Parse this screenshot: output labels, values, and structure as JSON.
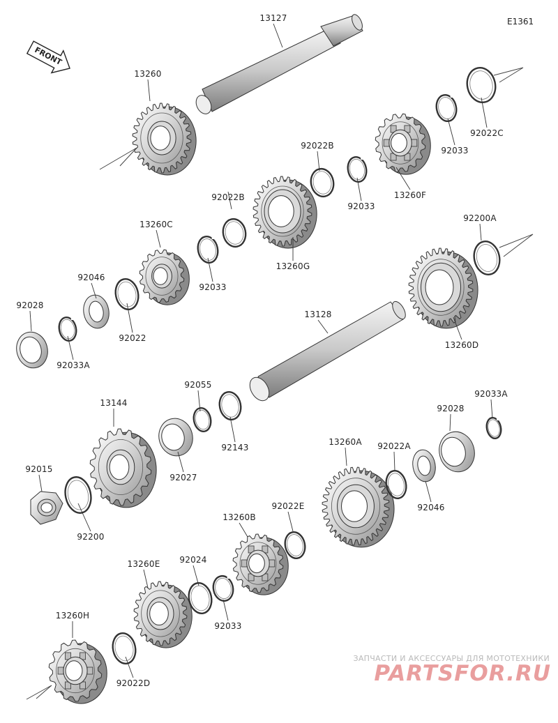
{
  "diagram_code": "E1361",
  "front_label": "FRONT",
  "watermark": {
    "tagline": "ЗАПЧАСТИ И АКСЕССУАРЫ ДЛЯ МОТОТЕХНИКИ",
    "brand": "PARTSFOR.RU"
  },
  "parts": [
    {
      "id": "13127",
      "label": "13127"
    },
    {
      "id": "13260",
      "label": "13260"
    },
    {
      "id": "92022C",
      "label": "92022C"
    },
    {
      "id": "92033-a",
      "label": "92033"
    },
    {
      "id": "13260F",
      "label": "13260F"
    },
    {
      "id": "92022B-a",
      "label": "92022B"
    },
    {
      "id": "92033-b",
      "label": "92033"
    },
    {
      "id": "92022B-b",
      "label": "92022B"
    },
    {
      "id": "13260G",
      "label": "13260G"
    },
    {
      "id": "13260C",
      "label": "13260C"
    },
    {
      "id": "92033-c",
      "label": "92033"
    },
    {
      "id": "92046-a",
      "label": "92046"
    },
    {
      "id": "92028-a",
      "label": "92028"
    },
    {
      "id": "92022",
      "label": "92022"
    },
    {
      "id": "92033A-a",
      "label": "92033A"
    },
    {
      "id": "92200A",
      "label": "92200A"
    },
    {
      "id": "13128",
      "label": "13128"
    },
    {
      "id": "13260D",
      "label": "13260D"
    },
    {
      "id": "92055",
      "label": "92055"
    },
    {
      "id": "13144",
      "label": "13144"
    },
    {
      "id": "92143",
      "label": "92143"
    },
    {
      "id": "92027",
      "label": "92027"
    },
    {
      "id": "92033A-b",
      "label": "92033A"
    },
    {
      "id": "92028-b",
      "label": "92028"
    },
    {
      "id": "13260A",
      "label": "13260A"
    },
    {
      "id": "92022A",
      "label": "92022A"
    },
    {
      "id": "92015",
      "label": "92015"
    },
    {
      "id": "92046-b",
      "label": "92046"
    },
    {
      "id": "92200",
      "label": "92200"
    },
    {
      "id": "92022E",
      "label": "92022E"
    },
    {
      "id": "13260B",
      "label": "13260B"
    },
    {
      "id": "13260E",
      "label": "13260E"
    },
    {
      "id": "92024",
      "label": "92024"
    },
    {
      "id": "92033-d",
      "label": "92033"
    },
    {
      "id": "13260H",
      "label": "13260H"
    },
    {
      "id": "92022D",
      "label": "92022D"
    }
  ]
}
